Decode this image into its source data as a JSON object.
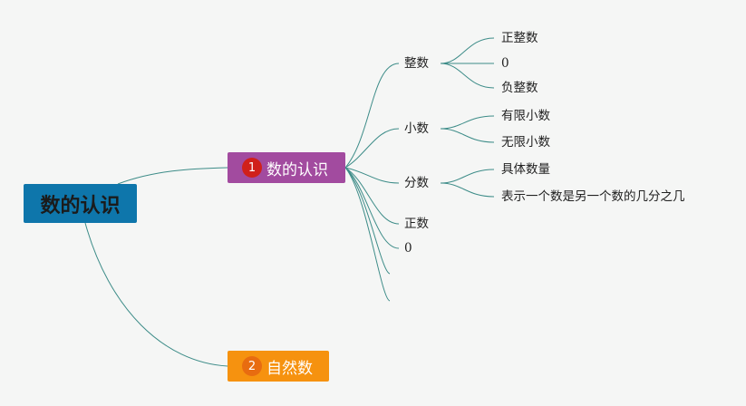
{
  "root": {
    "label": "数的认识"
  },
  "branches": [
    {
      "number": "1",
      "label": "数的认识"
    },
    {
      "number": "2",
      "label": "自然数"
    }
  ],
  "subtopics": {
    "integer": {
      "label": "整数",
      "children": [
        "正整数",
        "0",
        "负整数"
      ]
    },
    "decimal": {
      "label": "小数",
      "children": [
        "有限小数",
        "无限小数"
      ]
    },
    "fraction": {
      "label": "分数",
      "children": [
        "具体数量",
        "表示一个数是另一个数的几分之几"
      ]
    },
    "positive": {
      "label": "正数"
    },
    "zero": {
      "label": "0"
    }
  },
  "colors": {
    "root": "#0e76ab",
    "branch1": "#a24b9f",
    "branch2": "#f6920f",
    "connector": "#3d8c88",
    "badge1": "#d0201b",
    "badge2": "#e86c10"
  }
}
